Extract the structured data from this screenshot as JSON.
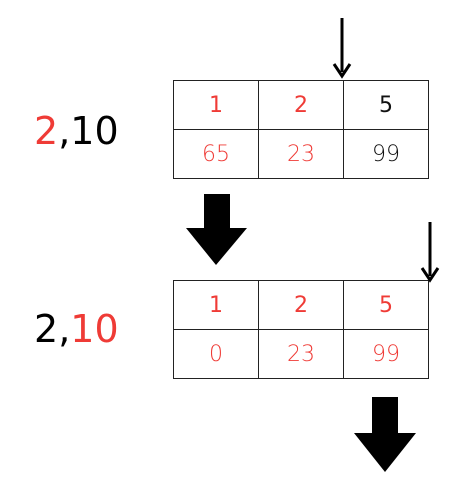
{
  "steps": [
    {
      "label": {
        "first": "2",
        "sep": ",",
        "second": "10",
        "highlight": "first"
      },
      "rows": [
        [
          {
            "text": "1",
            "color": "red"
          },
          {
            "text": "2",
            "color": "red"
          },
          {
            "text": "5",
            "color": "black"
          }
        ],
        [
          {
            "text": "65",
            "color": "red"
          },
          {
            "text": "23",
            "color": "red"
          },
          {
            "text": "99",
            "color": "black"
          }
        ]
      ]
    },
    {
      "label": {
        "first": "2",
        "sep": ",",
        "second": "10",
        "highlight": "second"
      },
      "rows": [
        [
          {
            "text": "1",
            "color": "red"
          },
          {
            "text": "2",
            "color": "red"
          },
          {
            "text": "5",
            "color": "red"
          }
        ],
        [
          {
            "text": "0",
            "color": "red"
          },
          {
            "text": "23",
            "color": "red"
          },
          {
            "text": "99",
            "color": "red"
          }
        ]
      ]
    }
  ],
  "colors": {
    "highlight": "#ef3b36",
    "text": "#111111"
  }
}
